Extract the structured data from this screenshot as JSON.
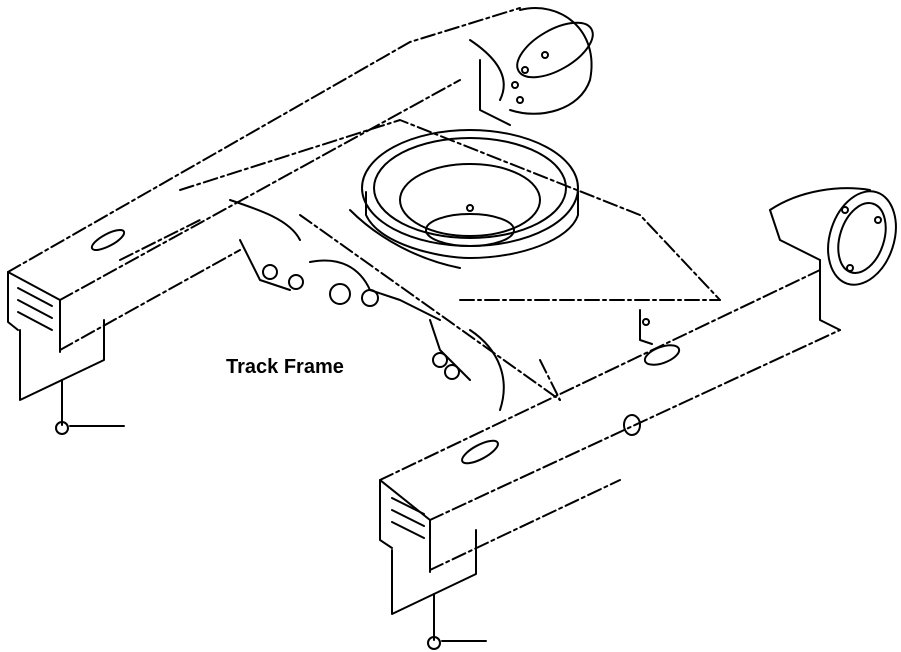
{
  "diagram": {
    "title": "Track Frame",
    "callouts": [
      {
        "name": "callout-left-bolt",
        "label": ""
      },
      {
        "name": "callout-right-bolt",
        "label": ""
      }
    ],
    "colors": {
      "line": "#000000",
      "background": "#ffffff"
    }
  }
}
